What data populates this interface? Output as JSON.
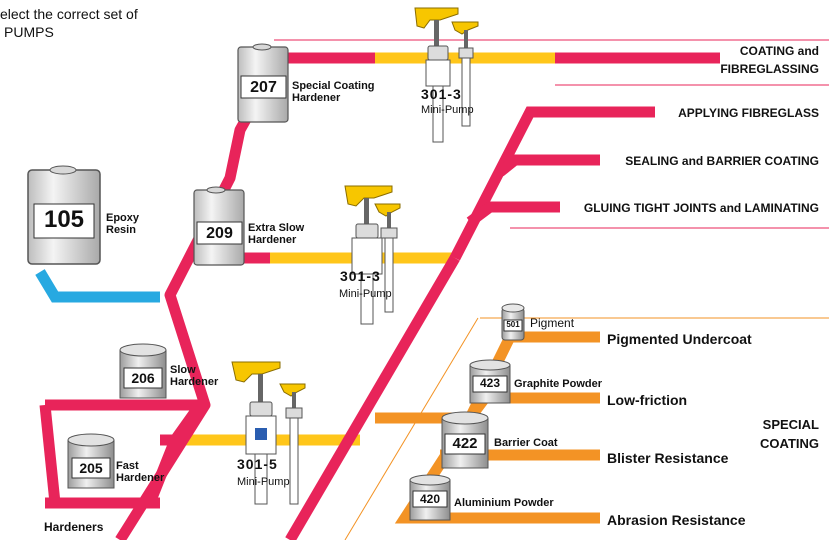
{
  "intro": {
    "line1": "elect the correct set of",
    "line2": "PUMPS"
  },
  "resin": {
    "code": "105",
    "name_line1": "Epoxy",
    "name_line2": "Resin"
  },
  "hardeners": [
    {
      "code": "207",
      "name_line1": "Special Coating",
      "name_line2": "Hardener"
    },
    {
      "code": "209",
      "name_line1": "Extra Slow",
      "name_line2": "Hardener"
    },
    {
      "code": "206",
      "name_line1": "Slow",
      "name_line2": "Hardener"
    },
    {
      "code": "205",
      "name_line1": "Fast",
      "name_line2": "Hardener"
    }
  ],
  "hardeners_label": "Hardeners",
  "pumps": [
    {
      "code": "301-3",
      "name": "Mini-Pump"
    },
    {
      "code": "301-3",
      "name": "Mini-Pump"
    },
    {
      "code": "301-5",
      "name": "Mini-Pump"
    }
  ],
  "destinations": {
    "coating_line1": "COATING and",
    "coating_line2": "FIBREGLASSING",
    "applying": "APPLYING FIBREGLASS",
    "sealing": "SEALING and BARRIER COATING",
    "gluing": "GLUING TIGHT JOINTS and LAMINATING"
  },
  "additives": [
    {
      "code": "501",
      "name": "Pigment",
      "result": "Pigmented Undercoat"
    },
    {
      "code": "423",
      "name": "Graphite Powder",
      "result": "Low-friction"
    },
    {
      "code": "422",
      "name": "Barrier Coat",
      "result": "Blister Resistance"
    },
    {
      "code": "420",
      "name": "Aluminium Powder",
      "result": "Abrasion Resistance"
    }
  ],
  "special_coating": {
    "line1": "SPECIAL",
    "line2": "COATING"
  },
  "colors": {
    "magenta": "#e8245a",
    "yellow": "#ffc61a",
    "blue": "#27a9e1",
    "orange": "#f39325",
    "pump_yellow": "#f7c600"
  }
}
